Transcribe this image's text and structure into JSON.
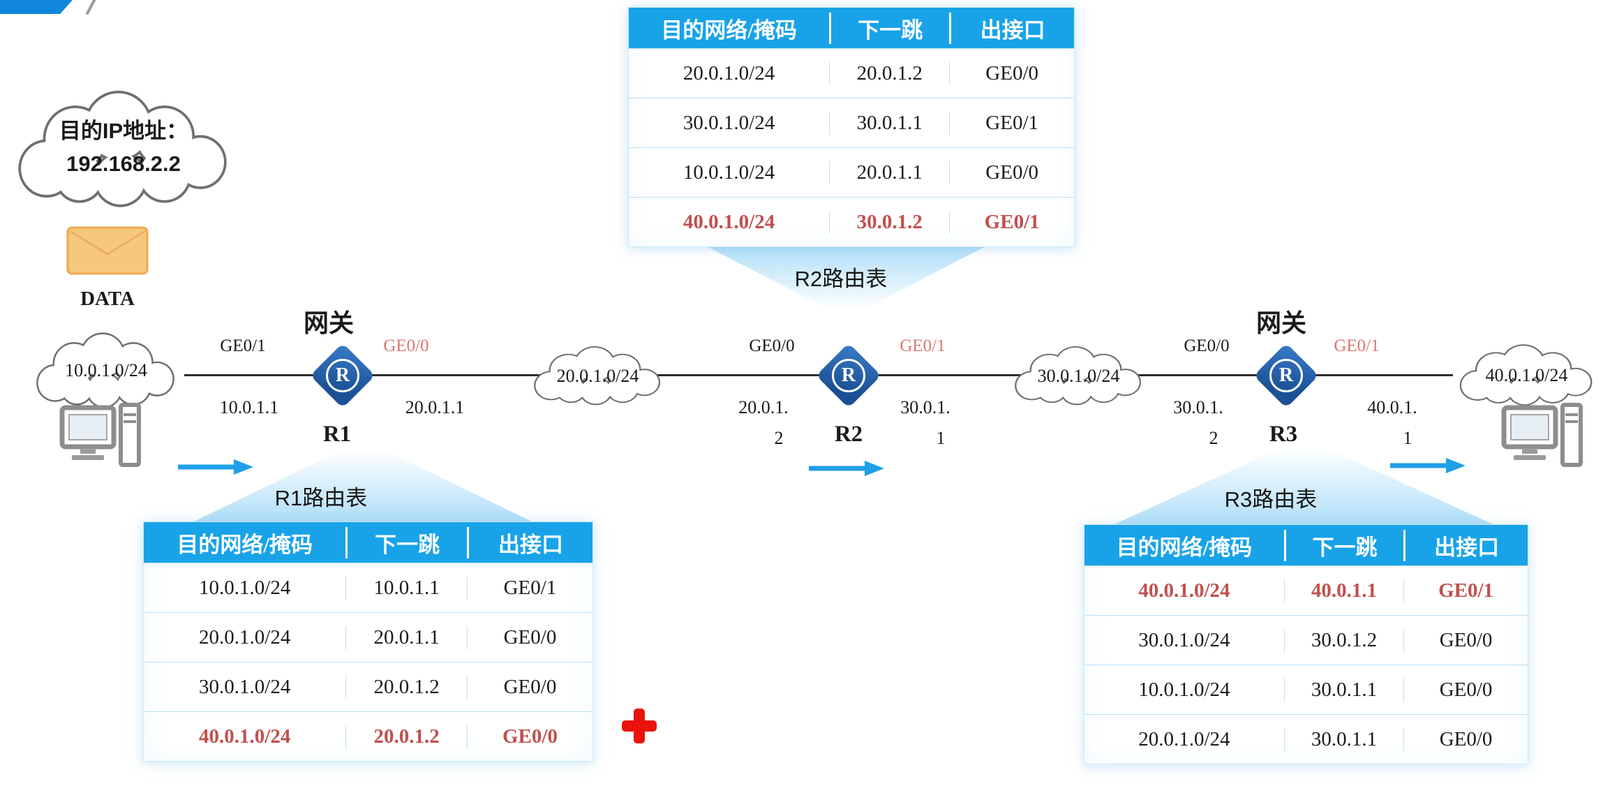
{
  "dest_cloud": {
    "line1": "目的IP地址：",
    "line2": "192.168.2.2"
  },
  "envelope": {
    "label": "DATA"
  },
  "table_headers": [
    "目的网络/掩码",
    "下一跳",
    "出接口"
  ],
  "tables": {
    "r1": {
      "title": "R1路由表",
      "rows": [
        {
          "dest": "10.0.1.0/24",
          "next": "10.0.1.1",
          "out": "GE0/1",
          "hl": false
        },
        {
          "dest": "20.0.1.0/24",
          "next": "20.0.1.1",
          "out": "GE0/0",
          "hl": false
        },
        {
          "dest": "30.0.1.0/24",
          "next": "20.0.1.2",
          "out": "GE0/0",
          "hl": false
        },
        {
          "dest": "40.0.1.0/24",
          "next": "20.0.1.2",
          "out": "GE0/0",
          "hl": true
        }
      ]
    },
    "r2": {
      "title": "R2路由表",
      "rows": [
        {
          "dest": "20.0.1.0/24",
          "next": "20.0.1.2",
          "out": "GE0/0",
          "hl": false
        },
        {
          "dest": "30.0.1.0/24",
          "next": "30.0.1.1",
          "out": "GE0/1",
          "hl": false
        },
        {
          "dest": "10.0.1.0/24",
          "next": "20.0.1.1",
          "out": "GE0/0",
          "hl": false
        },
        {
          "dest": "40.0.1.0/24",
          "next": "30.0.1.2",
          "out": "GE0/1",
          "hl": true
        }
      ]
    },
    "r3": {
      "title": "R3路由表",
      "rows": [
        {
          "dest": "40.0.1.0/24",
          "next": "40.0.1.1",
          "out": "GE0/1",
          "hl": true
        },
        {
          "dest": "30.0.1.0/24",
          "next": "30.0.1.2",
          "out": "GE0/0",
          "hl": false
        },
        {
          "dest": "10.0.1.0/24",
          "next": "30.0.1.1",
          "out": "GE0/0",
          "hl": false
        },
        {
          "dest": "20.0.1.0/24",
          "next": "30.0.1.1",
          "out": "GE0/0",
          "hl": false
        }
      ]
    }
  },
  "topology": {
    "gateway_label": "网关",
    "router_glyph": "R",
    "clouds": [
      "10.0.1.0/24",
      "20.0.1.0/24",
      "30.0.1.0/24",
      "40.0.1.0/24"
    ],
    "r1": {
      "name": "R1",
      "if_left": "GE0/1",
      "if_right": "GE0/0",
      "ip_left": "10.0.1.1",
      "ip_right": "20.0.1.1"
    },
    "r2": {
      "name": "R2",
      "if_left": "GE0/0",
      "if_right": "GE0/1",
      "ip_left_l1": "20.0.1.",
      "ip_left_l2": "2",
      "ip_right_l1": "30.0.1.",
      "ip_right_l2": "1"
    },
    "r3": {
      "name": "R3",
      "if_left": "GE0/0",
      "if_right": "GE0/1",
      "ip_left_l1": "30.0.1.",
      "ip_left_l2": "2",
      "ip_right_l1": "40.0.1.",
      "ip_right_l2": "1"
    }
  },
  "colors": {
    "table_header_blue": "#18a3e8",
    "highlight_red": "#c0504d",
    "interface_red": "#d4796f",
    "router_blue": "#1d5dab",
    "arrow_blue": "#1e9fe8",
    "cross_red": "#e8140c",
    "envelope_orange": "#f6c87e"
  }
}
